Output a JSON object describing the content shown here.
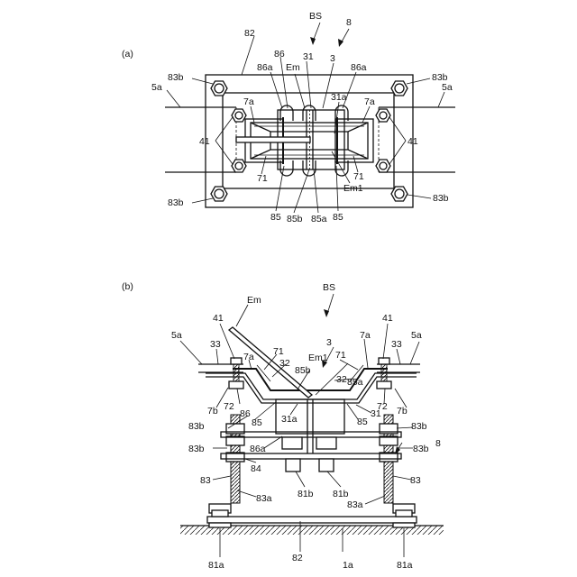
{
  "figure": {
    "panel_a": "(a)",
    "panel_b": "(b)",
    "labels_a": {
      "BS": "BS",
      "n8": "8",
      "n82": "82",
      "n86": "86",
      "Em": "Em",
      "n31": "31",
      "n3": "3",
      "n86a_l": "86a",
      "n86a_r": "86a",
      "n83b_tl": "83b",
      "n83b_tr": "83b",
      "n83b_bl": "83b",
      "n83b_br": "83b",
      "n5a_l": "5a",
      "n5a_r": "5a",
      "n7a_l": "7a",
      "n7a_r": "7a",
      "n31a": "31a",
      "n41_l": "41",
      "n41_r": "41",
      "n71_l": "71",
      "n71_r": "71",
      "Em1": "Em1",
      "n85_l": "85",
      "n85b": "85b",
      "n85a": "85a",
      "n85_r": "85"
    },
    "labels_b": {
      "BS": "BS",
      "Em": "Em",
      "n41_l": "41",
      "n41_r": "41",
      "n3": "3",
      "n5a_l": "5a",
      "n5a_r": "5a",
      "n33_l": "33",
      "n33_r": "33",
      "n71_l": "71",
      "n71_r": "71",
      "n7a_l": "7a",
      "n7a_r": "7a",
      "Em1": "Em1",
      "n32_l": "32",
      "n32_r": "32",
      "n85b": "85b",
      "n85a": "85a",
      "n72_l": "72",
      "n72_r": "72",
      "n7b_l": "7b",
      "n7b_r": "7b",
      "n86": "86",
      "n85_l": "85",
      "n85_r": "85",
      "n31": "31",
      "n31a": "31a",
      "n83b_l1": "83b",
      "n83b_r1": "83b",
      "n83b_l2": "83b",
      "n83b_r2": "83b",
      "n8": "8",
      "n86a": "86a",
      "n84": "84",
      "n83_l": "83",
      "n83_r": "83",
      "n83a_l": "83a",
      "n83a_r": "83a",
      "n81b_l": "81b",
      "n81b_r": "81b",
      "n81a_l": "81a",
      "n81a_r": "81a",
      "n82": "82",
      "n1a": "1a"
    }
  }
}
